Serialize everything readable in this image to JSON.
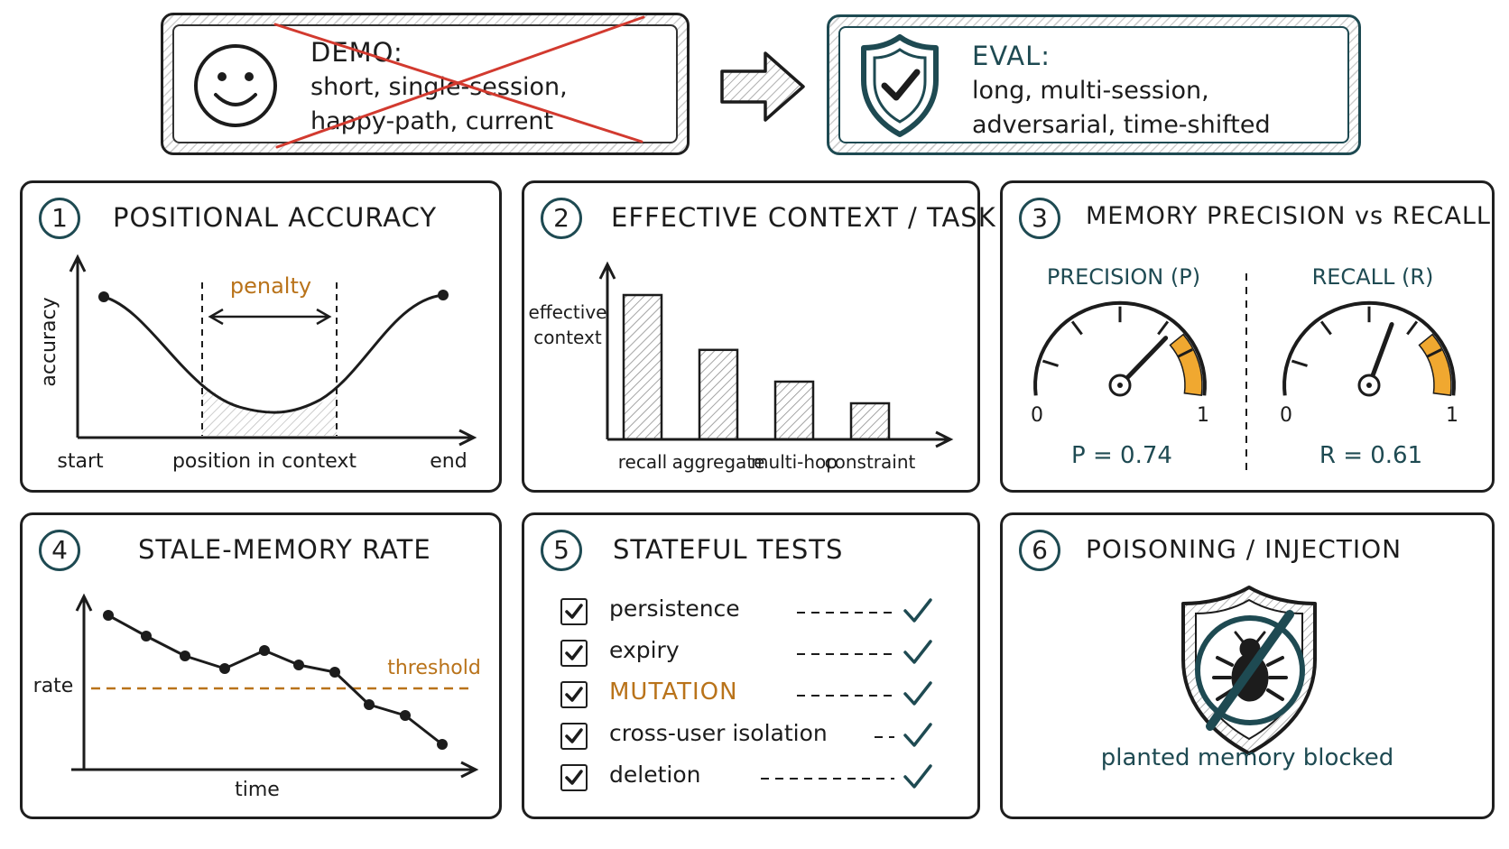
{
  "demo": {
    "title": "DEMO:",
    "lines": [
      "short, single-session,",
      "happy-path, current"
    ]
  },
  "eval": {
    "title": "EVAL:",
    "lines": [
      "long, multi-session,",
      "adversarial, time-shifted"
    ]
  },
  "panels": {
    "p1": {
      "number": "1",
      "title": "POSITIONAL ACCURACY",
      "ylabel": "accuracy",
      "xlabel": "position in context",
      "x_start": "start",
      "x_end": "end",
      "annotation": "penalty"
    },
    "p2": {
      "number": "2",
      "title": "EFFECTIVE CONTEXT / TASK",
      "ylabel_lines": [
        "effective",
        "context"
      ],
      "categories": [
        "recall",
        "aggregate",
        "multi-hop",
        "constraint"
      ],
      "values": [
        1.0,
        0.62,
        0.4,
        0.25
      ]
    },
    "p3": {
      "number": "3",
      "title": "MEMORY PRECISION vs RECALL",
      "gauges": [
        {
          "label": "PRECISION (P)",
          "min": "0",
          "max": "1",
          "value": 0.74,
          "readout": "P = 0.74"
        },
        {
          "label": "RECALL (R)",
          "min": "0",
          "max": "1",
          "value": 0.61,
          "readout": "R = 0.61"
        }
      ]
    },
    "p4": {
      "number": "4",
      "title": "STALE-MEMORY RATE",
      "ylabel": "rate",
      "xlabel": "time",
      "threshold_label": "threshold"
    },
    "p5": {
      "number": "5",
      "title": "STATEFUL TESTS",
      "items": [
        {
          "label": "persistence",
          "highlight": false
        },
        {
          "label": "expiry",
          "highlight": false
        },
        {
          "label": "MUTATION",
          "highlight": true
        },
        {
          "label": "cross-user isolation",
          "highlight": false
        },
        {
          "label": "deletion",
          "highlight": false
        }
      ]
    },
    "p6": {
      "number": "6",
      "title": "POISONING / INJECTION",
      "caption": "planted memory blocked"
    }
  },
  "colors": {
    "ink": "#1c1c1c",
    "teal": "#1e4a52",
    "accent": "#b9731a",
    "gauge_zone": "#f0a830",
    "cross": "#d23a2f"
  },
  "icons": {
    "demo": "smiley-face-icon",
    "eval": "shield-check-icon",
    "transition": "right-arrow-icon",
    "poisoning": "shield-bug-blocked-icon"
  }
}
